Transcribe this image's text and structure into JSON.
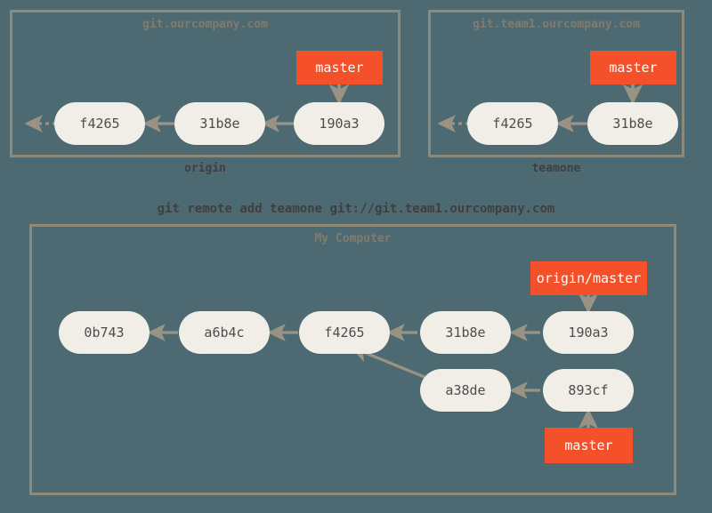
{
  "diagram": {
    "background_color": "#4d6a73",
    "panel_border_color": "#8e8a79",
    "commit_fill_color": "#f0eee7",
    "commit_text_color": "#4d4d4d",
    "ref_label_color": "#f4502a",
    "ref_label_text_color": "#ffffff",
    "arrow_color": "#9a9383",
    "title_text_color": "#7f7c6e",
    "caption_text_color": "#3f3f3f"
  },
  "command": {
    "text": "git remote add teamone git://git.team1.ourcompany.com"
  },
  "panels": [
    {
      "id": "origin",
      "title": "git.ourcompany.com",
      "caption": "origin",
      "commits": [
        {
          "sha": "f4265"
        },
        {
          "sha": "31b8e"
        },
        {
          "sha": "190a3"
        }
      ],
      "refs": [
        {
          "name": "master",
          "points_to": "190a3"
        }
      ]
    },
    {
      "id": "teamone",
      "title": "git.team1.ourcompany.com",
      "caption": "teamone",
      "commits": [
        {
          "sha": "f4265"
        },
        {
          "sha": "31b8e"
        }
      ],
      "refs": [
        {
          "name": "master",
          "points_to": "31b8e"
        }
      ]
    },
    {
      "id": "my-computer",
      "title": "My Computer",
      "caption": "",
      "commits": [
        {
          "sha": "0b743"
        },
        {
          "sha": "a6b4c"
        },
        {
          "sha": "f4265"
        },
        {
          "sha": "31b8e"
        },
        {
          "sha": "190a3"
        },
        {
          "sha": "a38de"
        },
        {
          "sha": "893cf"
        }
      ],
      "refs": [
        {
          "name": "origin/master",
          "points_to": "190a3"
        },
        {
          "name": "master",
          "points_to": "893cf"
        }
      ]
    }
  ],
  "labels": {
    "origin_title": "git.ourcompany.com",
    "origin_caption": "origin",
    "teamone_title": "git.team1.ourcompany.com",
    "teamone_caption": "teamone",
    "mycomputer_title": "My Computer",
    "master": "master",
    "origin_master": "origin/master",
    "sha_f4265": "f4265",
    "sha_31b8e": "31b8e",
    "sha_190a3": "190a3",
    "sha_0b743": "0b743",
    "sha_a6b4c": "a6b4c",
    "sha_a38de": "a38de",
    "sha_893cf": "893cf"
  }
}
